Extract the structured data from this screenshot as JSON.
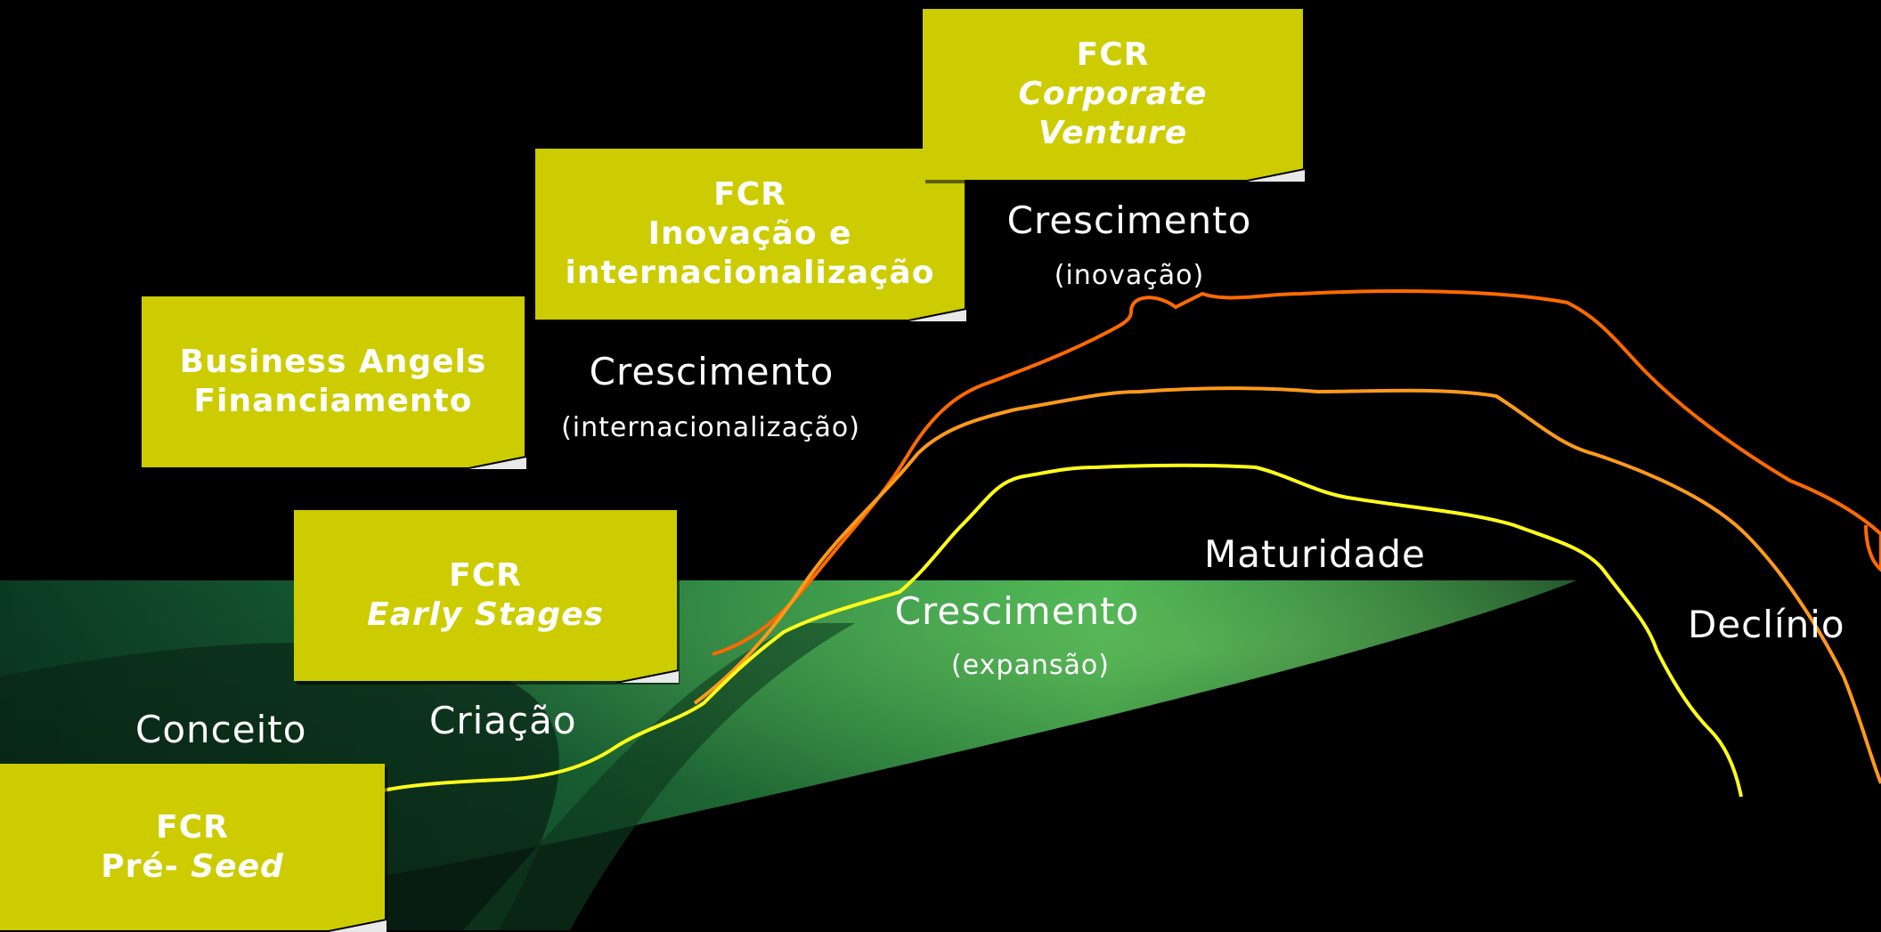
{
  "boxes": {
    "preseed": {
      "line1": "FCR",
      "line2a": "Pré-",
      "line2b": "Seed"
    },
    "early": {
      "line1": "FCR",
      "line2": "Early Stages"
    },
    "angels": {
      "line1": "Business Angels",
      "line2": "Financiamento"
    },
    "inovacao": {
      "line1": "FCR",
      "line2": "Inovação e",
      "line3": "internacionalização"
    },
    "corporate": {
      "line1": "FCR",
      "line2": "Corporate",
      "line3": "Venture"
    }
  },
  "stages": {
    "conceito": "Conceito",
    "criacao": "Criação",
    "cresc_expansao": "Crescimento",
    "cresc_expansao_sub": "(expansão)",
    "cresc_intl": "Crescimento",
    "cresc_intl_sub": "(internacionalização)",
    "cresc_inov": "Crescimento",
    "cresc_inov_sub": "(inovação)",
    "maturidade": "Maturidade",
    "declinio": "Declínio"
  },
  "colors": {
    "box": "#cccc00",
    "curve_yellow": "#ffff1a",
    "curve_orange": "#ff9a1a",
    "curve_darkorange": "#ff6a00",
    "green_band": "#1f7a3a"
  }
}
